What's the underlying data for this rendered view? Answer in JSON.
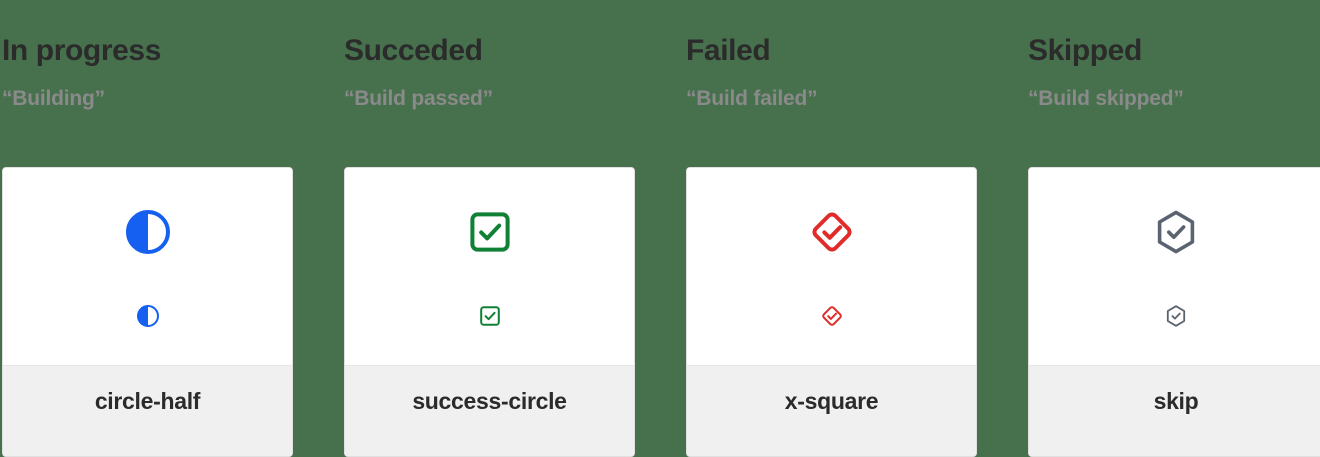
{
  "page": {
    "background_color": "#47714d",
    "card_background": "#ffffff",
    "card_footer_background": "#f0f0f0",
    "card_border_color": "#e0e0e0",
    "heading_color": "#2b2b2b",
    "subheading_color": "#8a8a8a"
  },
  "columns": [
    {
      "heading": "In progress",
      "subheading": "“Building”",
      "icon_name": "circle-half-icon",
      "icon_label": "circle-half",
      "icon_color": "#1560f0"
    },
    {
      "heading": "Succeded",
      "subheading": "“Build passed”",
      "icon_name": "success-circle-icon",
      "icon_label": "success-circle",
      "icon_color": "#0f8034"
    },
    {
      "heading": "Failed",
      "subheading": "“Build failed”",
      "icon_name": "x-square-icon",
      "icon_label": "x-square",
      "icon_color": "#e02b29"
    },
    {
      "heading": "Skipped",
      "subheading": "“Build skipped”",
      "icon_name": "skip-icon",
      "icon_label": "skip",
      "icon_color": "#5b6370"
    }
  ]
}
